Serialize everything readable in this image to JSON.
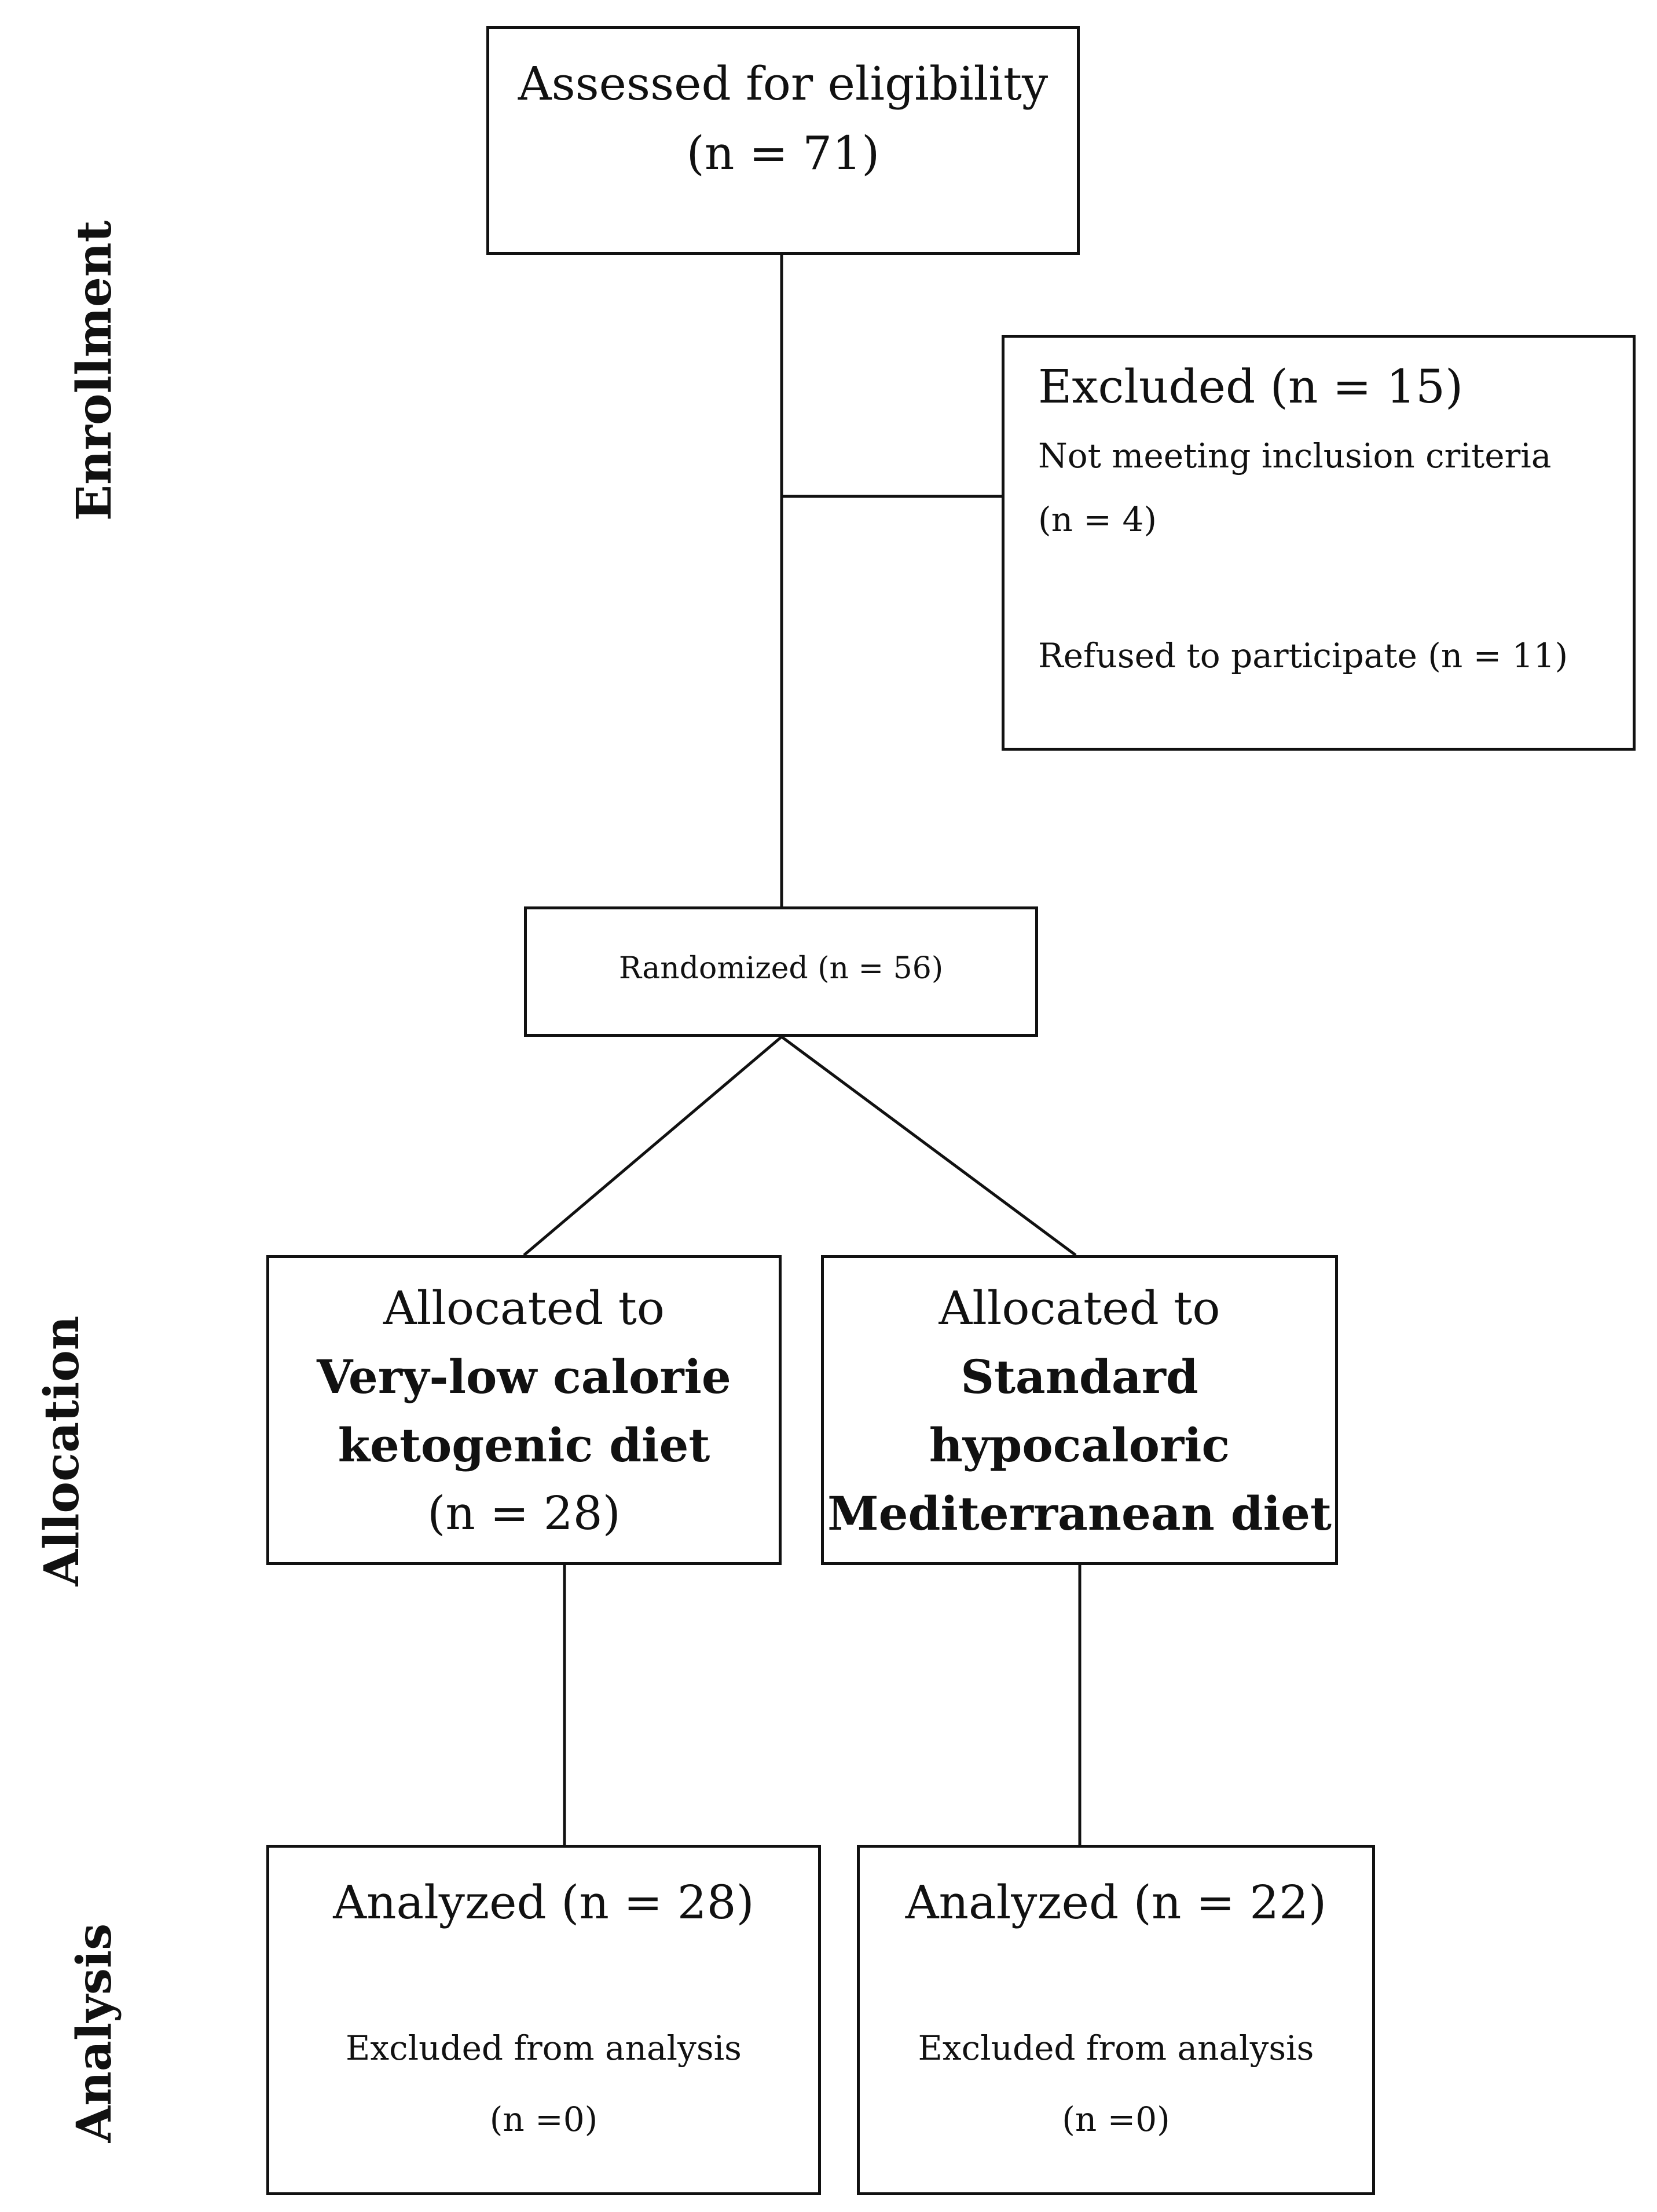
{
  "stages": {
    "enrollment": "Enrollment",
    "allocation": "Allocation",
    "analysis": "Analysis"
  },
  "assessed": {
    "line1": "Assessed for eligibility",
    "line2": "(n = 71)"
  },
  "excluded": {
    "title": "Excluded (n = 15)",
    "reason1_line1": "Not meeting inclusion criteria",
    "reason1_line2": "(n = 4)",
    "reason2": "Refused to participate (n = 11)"
  },
  "randomized": {
    "label": "Randomized (n = 56)"
  },
  "allocation_vlckd": {
    "line1": "Allocated to",
    "line2": "Very-low calorie",
    "line3": "ketogenic diet",
    "line4": "(n = 28)"
  },
  "allocation_med": {
    "line1": "Allocated to",
    "line2": "Standard",
    "line3": "hypocaloric",
    "line4": "Mediterranean diet"
  },
  "analysis_vlckd": {
    "title": "Analyzed (n = 28)",
    "line1": "Excluded from analysis",
    "line2": "(n =0)"
  },
  "analysis_med": {
    "title": "Analyzed (n = 22)",
    "line1": "Excluded from analysis",
    "line2": "(n =0)"
  }
}
